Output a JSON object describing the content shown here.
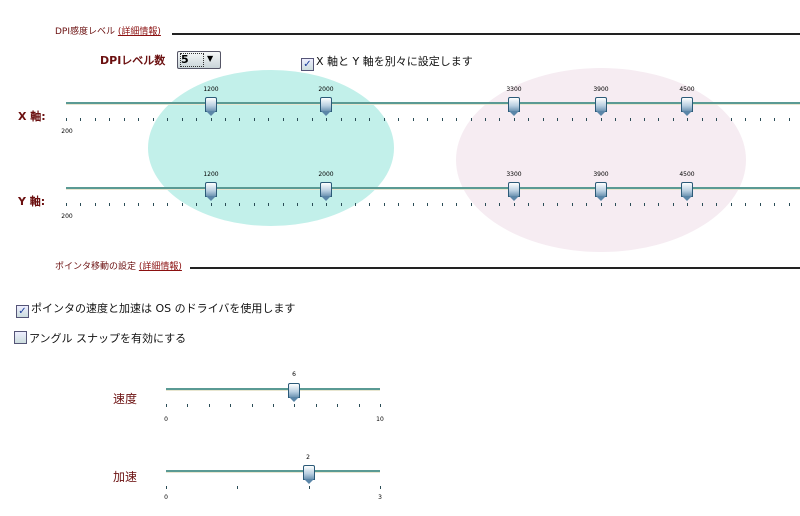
{
  "dpi_section": {
    "title": "DPI感度レベル",
    "details_link": "(詳細情報)"
  },
  "dpi_level_count": {
    "label": "DPIレベル数",
    "value": "5"
  },
  "separate_axes": {
    "label": "X 軸と Y 軸を別々に設定します",
    "checked": true
  },
  "x_axis": {
    "label": "X 軸:",
    "min_label": "200",
    "values": [
      1200,
      2000,
      3300,
      3900,
      4500
    ]
  },
  "y_axis": {
    "label": "Y 軸:",
    "min_label": "200",
    "values": [
      1200,
      2000,
      3300,
      3900,
      4500
    ]
  },
  "pointer_section": {
    "title": "ポインタ移動の設定",
    "details_link": "(詳細情報)"
  },
  "use_os_driver": {
    "label": "ポインタの速度と加速は OS のドライバを使用します",
    "checked": true
  },
  "angle_snap": {
    "label": "アングル スナップを有効にする",
    "checked": false
  },
  "speed": {
    "label": "速度",
    "value": 6,
    "value_label": "6",
    "min_label": "0",
    "max_label": "10",
    "min": 0,
    "max": 10
  },
  "acceleration": {
    "label": "加速",
    "value": 2,
    "value_label": "2",
    "min_label": "0",
    "max_label": "3",
    "min": 0,
    "max": 3
  },
  "colors": {
    "teal_highlight": "#c2f0ea",
    "pink_highlight": "#f6ecf2",
    "track": "#5a9a94"
  }
}
